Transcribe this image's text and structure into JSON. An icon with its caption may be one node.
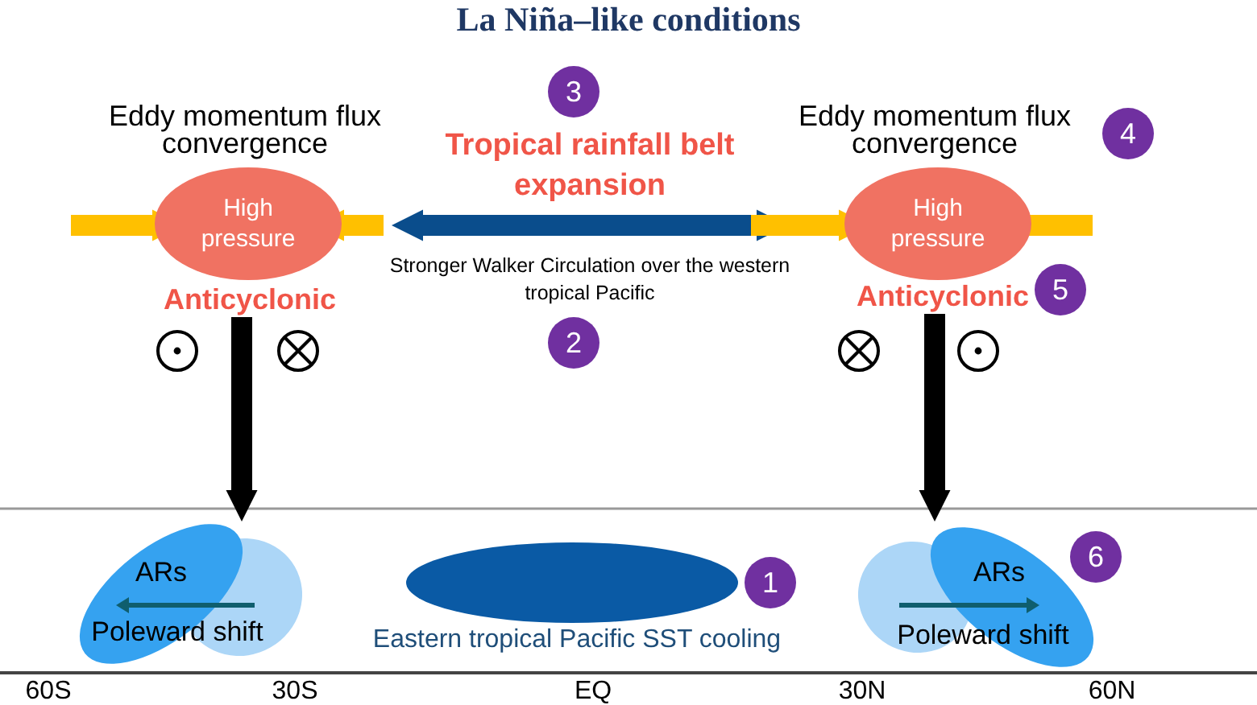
{
  "diagram": {
    "title": "La Niña–like conditions",
    "nodes": [
      {
        "text": [
          "Eddy momentum flux convergence",
          "High pressure"
        ],
        "beside": [
          "Anticyclonic"
        ]
      },
      {
        "text": [
          "Eddy momentum flux convergence",
          "High pressure"
        ],
        "beside": [
          "Anticyclonic"
        ]
      },
      {
        "text": [
          "ARs",
          "Poleward shift"
        ]
      },
      {
        "text": [
          "ARs",
          "Poleward shift"
        ]
      },
      {
        "text": [
          "Eastern tropical Pacific SST cooling"
        ],
        "beside": [
          "1"
        ]
      }
    ],
    "edges": [
      {
        "from": null,
        "to": 0,
        "arrow": "to"
      },
      {
        "from": null,
        "to": 0,
        "arrow": "to"
      },
      {
        "from": 0,
        "to": 1,
        "arrow": "both",
        "color": "#0a4d8c"
      },
      {
        "from": null,
        "to": 1,
        "arrow": "to"
      },
      {
        "from": null,
        "to": 1,
        "arrow": "to"
      },
      {
        "from": 0,
        "to": 2,
        "arrow": "to",
        "color": "#000000"
      },
      {
        "from": 1,
        "to": 3,
        "arrow": "to",
        "color": "#000000"
      }
    ],
    "labels": [
      "3",
      "Tropical rainfall belt expansion",
      "4",
      "Stronger Walker Circulation over the western tropical Pacific",
      "5",
      "2",
      "6",
      "60S",
      "30S",
      "EQ",
      "30N",
      "60N"
    ]
  }
}
